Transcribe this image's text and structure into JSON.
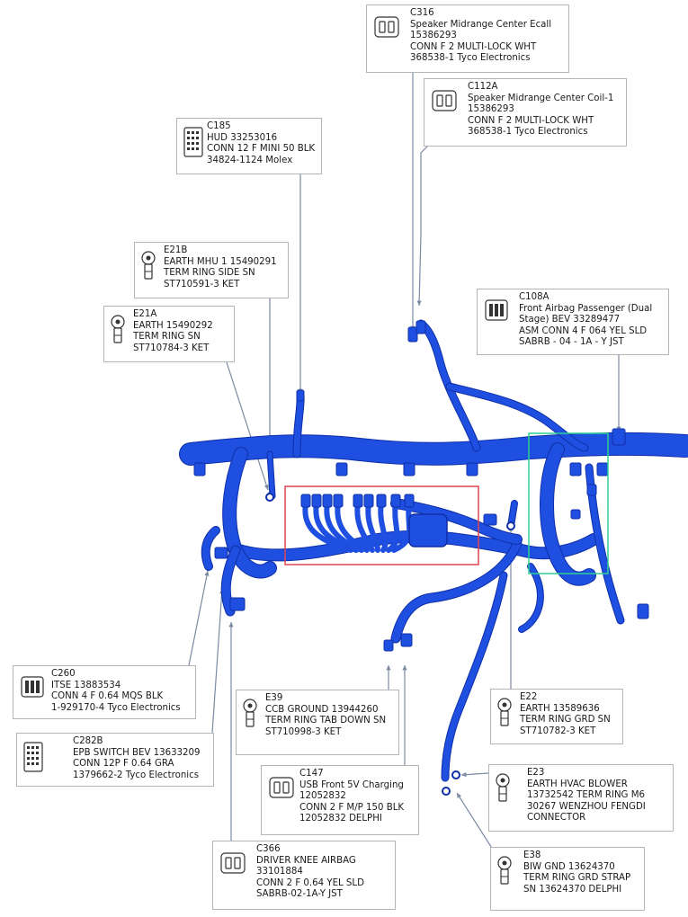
{
  "colors": {
    "harness": "#1f4fe0",
    "harness_dark": "#0f2fa8",
    "leader": "#7a8aa3",
    "highlight_red": "#e0434f",
    "highlight_green": "#2fcf96"
  },
  "callouts": [
    {
      "id": "C316",
      "lines": [
        "C316",
        "Speaker Midrange Center Ecall",
        "15386293",
        "CONN F 2 MULTI-LOCK WHT",
        "368538-1 Tyco Electronics"
      ],
      "icon": "connector-2pin-icon"
    },
    {
      "id": "C112A",
      "lines": [
        "C112A",
        "Speaker Midrange Center Coil-1",
        "15386293",
        "CONN F 2 MULTI-LOCK WHT",
        "368538-1 Tyco Electronics"
      ],
      "icon": "connector-2pin-icon"
    },
    {
      "id": "C185",
      "lines": [
        "C185",
        "HUD 33253016",
        "CONN 12 F MINI 50 BLK",
        "34824-1124 Molex"
      ],
      "icon": "connector-12pin-icon"
    },
    {
      "id": "C108A",
      "lines": [
        "C108A",
        "Front Airbag Passenger (Dual",
        "Stage) BEV 33289477",
        "ASM CONN 4 F 064 YEL SLD",
        "SABRB - 04 - 1A - Y  JST"
      ],
      "icon": "connector-4pin-icon"
    },
    {
      "id": "E21B",
      "lines": [
        "E21B",
        "EARTH MHU 1 15490291",
        "TERM RING SIDE SN",
        "ST710591-3 KET"
      ],
      "icon": "ring-terminal-icon"
    },
    {
      "id": "E21A",
      "lines": [
        "E21A",
        "EARTH 15490292",
        "TERM RING SN",
        "ST710784-3 KET"
      ],
      "icon": "ring-terminal-icon"
    },
    {
      "id": "C260",
      "lines": [
        "C260",
        "ITSE 13883534",
        "CONN 4 F 0.64 MQS BLK",
        "1-929170-4 Tyco Electronics"
      ],
      "icon": "connector-4pin-icon"
    },
    {
      "id": "C282B",
      "lines": [
        "C282B",
        "EPB SWITCH BEV 13633209",
        "CONN 12P F 0.64 GRA",
        "1379662-2 Tyco Electronics"
      ],
      "icon": "connector-12pin-icon"
    },
    {
      "id": "E39",
      "lines": [
        "E39",
        "CCB GROUND 13944260",
        "TERM RING TAB DOWN SN",
        "ST710998-3 KET"
      ],
      "icon": "ring-terminal-icon"
    },
    {
      "id": "C147",
      "lines": [
        "C147",
        "USB Front 5V Charging",
        "12052832",
        "CONN 2 F M/P 150 BLK",
        "12052832 DELPHI"
      ],
      "icon": "connector-2pin-icon"
    },
    {
      "id": "C366",
      "lines": [
        "C366",
        "DRIVER KNEE AIRBAG",
        "33101884",
        "CONN 2 F 0.64 YEL SLD",
        "SABRB-02-1A-Y JST"
      ],
      "icon": "connector-2pin-icon"
    },
    {
      "id": "E22",
      "lines": [
        "E22",
        "EARTH 13589636",
        "TERM RING GRD SN",
        "ST710782-3 KET"
      ],
      "icon": "ring-terminal-icon"
    },
    {
      "id": "E23",
      "lines": [
        "E23",
        "EARTH HVAC BLOWER",
        "13732542 TERM RING M6",
        "30267 WENZHOU FENGDI",
        "CONNECTOR"
      ],
      "icon": "ring-terminal-icon"
    },
    {
      "id": "E38",
      "lines": [
        "E38",
        "BIW GND 13624370",
        "TERM RING GRD STRAP",
        "SN 13624370 DELPHI"
      ],
      "icon": "ring-terminal-icon"
    }
  ]
}
